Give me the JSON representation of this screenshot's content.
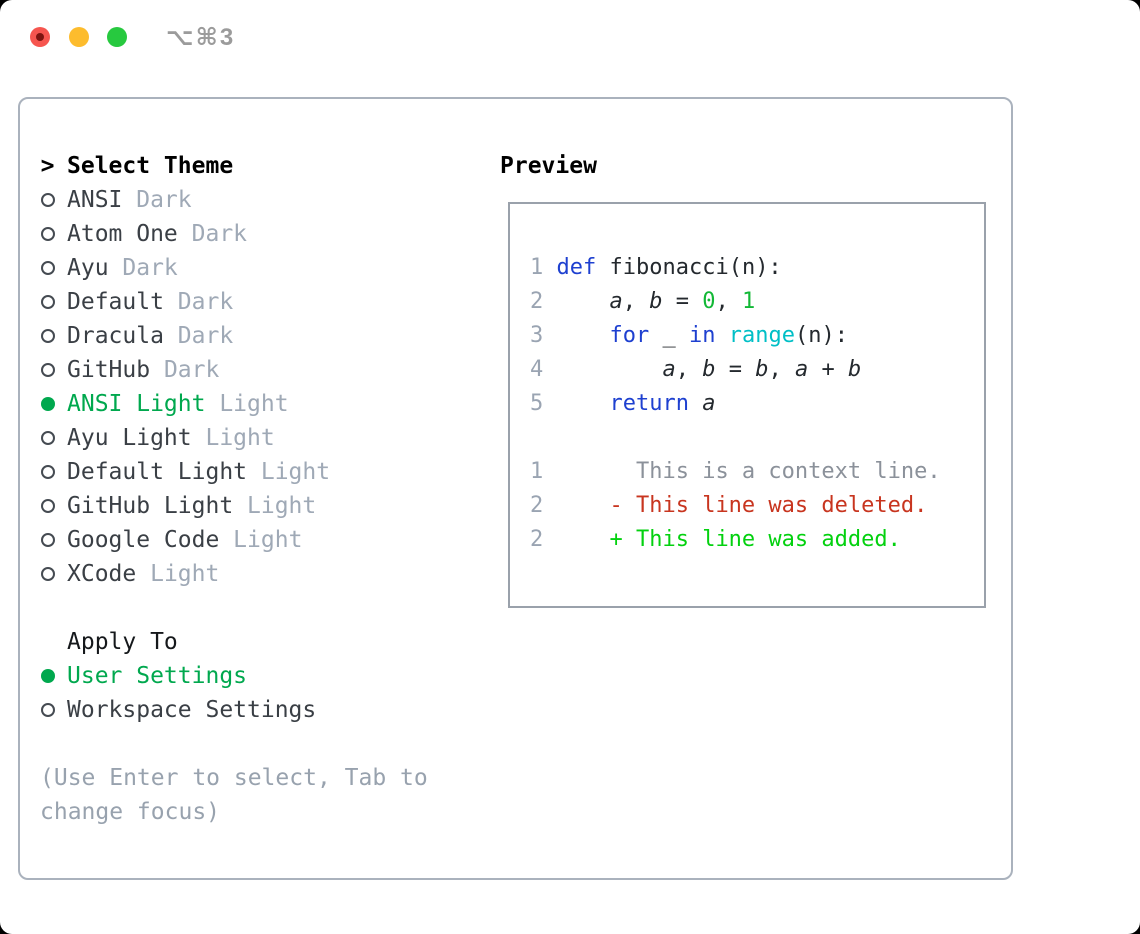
{
  "window": {
    "title": "⌥⌘3"
  },
  "traffic_lights": {
    "close_color": "#f6554f",
    "minimize_color": "#fdbc2d",
    "zoom_color": "#27c93f"
  },
  "theme_panel": {
    "prompt": ">",
    "title": "Select Theme",
    "themes": [
      {
        "name": "ANSI",
        "variant": "Dark",
        "selected": false
      },
      {
        "name": "Atom One",
        "variant": "Dark",
        "selected": false
      },
      {
        "name": "Ayu",
        "variant": "Dark",
        "selected": false
      },
      {
        "name": "Default",
        "variant": "Dark",
        "selected": false
      },
      {
        "name": "Dracula",
        "variant": "Dark",
        "selected": false
      },
      {
        "name": "GitHub",
        "variant": "Dark",
        "selected": false
      },
      {
        "name": "ANSI Light",
        "variant": "Light",
        "selected": true
      },
      {
        "name": "Ayu Light",
        "variant": "Light",
        "selected": false
      },
      {
        "name": "Default Light",
        "variant": "Light",
        "selected": false
      },
      {
        "name": "GitHub Light",
        "variant": "Light",
        "selected": false
      },
      {
        "name": "Google Code",
        "variant": "Light",
        "selected": false
      },
      {
        "name": "XCode",
        "variant": "Light",
        "selected": false
      }
    ],
    "apply_to": {
      "label": "Apply To",
      "options": [
        {
          "label": "User Settings",
          "selected": true
        },
        {
          "label": "Workspace Settings",
          "selected": false
        }
      ]
    },
    "hint": "(Use Enter to select, Tab to change focus)"
  },
  "preview": {
    "label": "Preview",
    "code_lines": [
      {
        "no": "1",
        "tokens": [
          [
            "kw",
            "def"
          ],
          [
            "pl",
            " fibonacci(n):"
          ]
        ]
      },
      {
        "no": "2",
        "tokens": [
          [
            "pl",
            "    "
          ],
          [
            "var",
            "a"
          ],
          [
            "pl",
            ", "
          ],
          [
            "var",
            "b"
          ],
          [
            "pl",
            " = "
          ],
          [
            "num",
            "0"
          ],
          [
            "pl",
            ", "
          ],
          [
            "num",
            "1"
          ]
        ]
      },
      {
        "no": "3",
        "tokens": [
          [
            "pl",
            "    "
          ],
          [
            "kw",
            "for"
          ],
          [
            "pl",
            " _ "
          ],
          [
            "kw",
            "in"
          ],
          [
            "pl",
            " "
          ],
          [
            "bi",
            "range"
          ],
          [
            "pl",
            "(n):"
          ]
        ]
      },
      {
        "no": "4",
        "tokens": [
          [
            "pl",
            "        "
          ],
          [
            "var",
            "a"
          ],
          [
            "pl",
            ", "
          ],
          [
            "var",
            "b"
          ],
          [
            "pl",
            " = "
          ],
          [
            "var",
            "b"
          ],
          [
            "pl",
            ", "
          ],
          [
            "var",
            "a"
          ],
          [
            "pl",
            " + "
          ],
          [
            "var",
            "b"
          ]
        ]
      },
      {
        "no": "5",
        "tokens": [
          [
            "pl",
            "    "
          ],
          [
            "kw",
            "return"
          ],
          [
            "pl",
            " "
          ],
          [
            "var",
            "a"
          ]
        ]
      },
      {
        "no": "",
        "tokens": []
      },
      {
        "no": "1",
        "tokens": [
          [
            "ctx",
            "      This is a context line."
          ]
        ]
      },
      {
        "no": "2",
        "tokens": [
          [
            "del",
            "    - This line was deleted."
          ]
        ]
      },
      {
        "no": "2",
        "tokens": [
          [
            "add",
            "    + This line was added."
          ]
        ]
      }
    ]
  },
  "colors": {
    "keyword": "#1e40d0",
    "builtin": "#00bfc6",
    "number_literal": "#12b836",
    "code_text": "#24292e",
    "variable": "#24292e",
    "line_number": "#9aa4b2",
    "diff_context": "#8b919a",
    "diff_deleted": "#c8351f",
    "diff_added": "#03d10f",
    "selected_green": "#00a84e",
    "variant_gray": "#9fa9b6",
    "item_text": "#3a3f45",
    "hint_gray": "#98a2ae"
  }
}
